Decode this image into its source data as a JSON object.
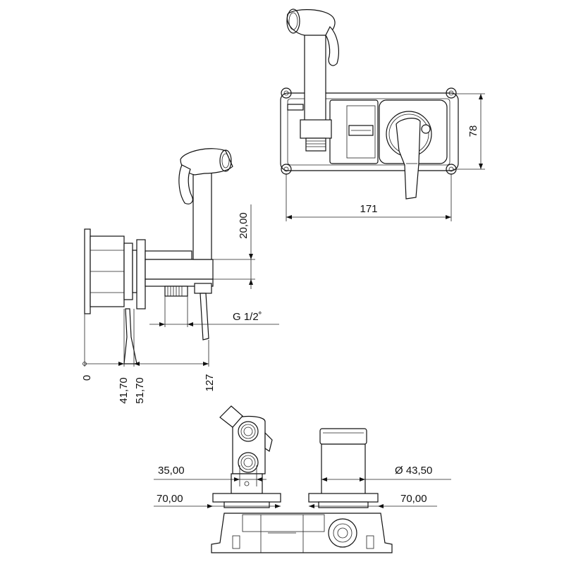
{
  "dimensions": {
    "height_78": "78",
    "width_171": "171",
    "depth_20": "20,00",
    "thread": "G 1/2˚",
    "origin_0": "0",
    "depth_41_70": "41,70",
    "depth_51_70": "51,70",
    "depth_127": "127",
    "left_35": "35,00",
    "left_70": "70,00",
    "diameter": "Ø 43,50",
    "right_70": "70,00"
  }
}
